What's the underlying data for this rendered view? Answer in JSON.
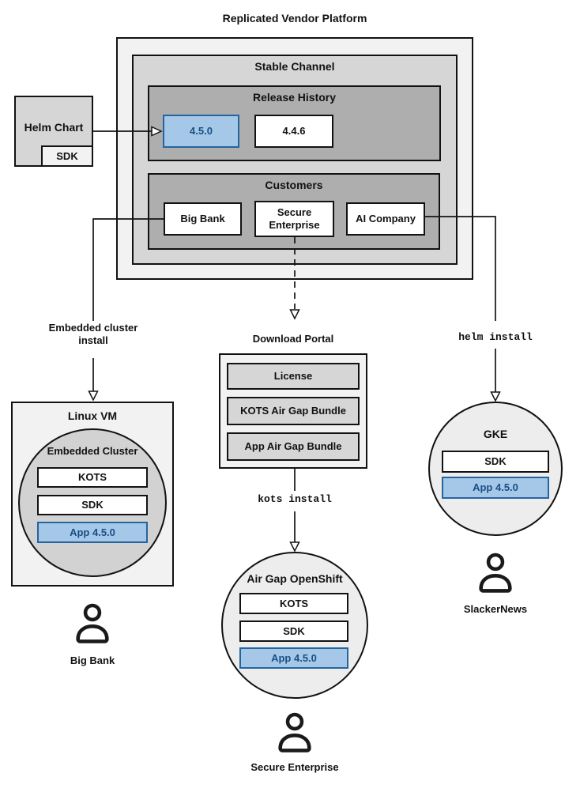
{
  "colors": {
    "highlight_fill": "#a5c8e8",
    "highlight_border": "#24659e",
    "highlight_text": "#1a4e85"
  },
  "platform": {
    "title": "Replicated Vendor Platform",
    "stable_channel_title": "Stable Channel",
    "release_history_title": "Release History",
    "releases": [
      {
        "label": "4.5.0"
      },
      {
        "label": "4.4.6"
      }
    ],
    "customers_title": "Customers",
    "customers": [
      "Big Bank",
      "Secure Enterprise",
      "AI Company"
    ]
  },
  "helm_chart": {
    "label": "Helm Chart",
    "sdk": "SDK"
  },
  "labels": {
    "embedded_install": "Embedded cluster install",
    "helm_install": "helm install",
    "kots_install": "kots install"
  },
  "download_portal": {
    "title": "Download Portal",
    "items": [
      "License",
      "KOTS Air Gap Bundle",
      "App Air Gap Bundle"
    ]
  },
  "linux_vm": {
    "title": "Linux VM",
    "cluster": {
      "title": "Embedded Cluster",
      "items": [
        "KOTS",
        "SDK"
      ],
      "app": "App 4.5.0"
    },
    "user": "Big Bank"
  },
  "air_gap_openshift": {
    "title": "Air Gap OpenShift",
    "items": [
      "KOTS",
      "SDK"
    ],
    "app": "App 4.5.0",
    "user": "Secure Enterprise"
  },
  "gke": {
    "title": "GKE",
    "items": [
      "SDK"
    ],
    "app": "App 4.5.0",
    "user": "SlackerNews"
  }
}
